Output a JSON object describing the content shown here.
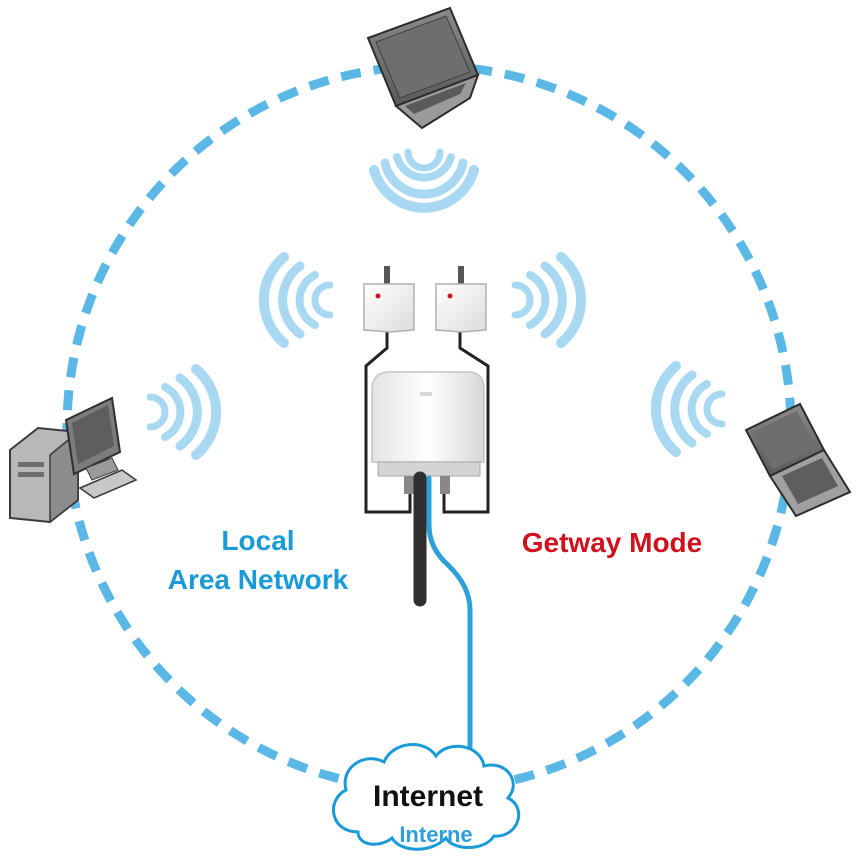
{
  "labels": {
    "local_line1": "Local",
    "local_line2": "Area Network",
    "gateway_mode": "Getway Mode",
    "internet": "Internet",
    "internet_overlap": "Interne"
  },
  "colors": {
    "ring": "#5bb8e6",
    "wave": "#a9d9f2",
    "lan_text": "#1a9ad6",
    "gateway_text": "#d0121f",
    "cable_blue": "#2e9fd8",
    "cable_dark": "#222222"
  },
  "icons": [
    "laptop-icon",
    "desktop-computer-icon",
    "antenna-icon",
    "outdoor-access-point-icon",
    "cloud-icon",
    "wireless-signal-icon"
  ]
}
